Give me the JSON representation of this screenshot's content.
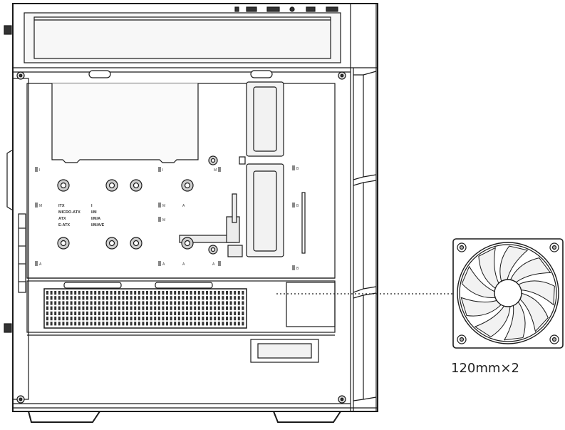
{
  "diagram": {
    "motherboard_sizes": [
      "ITX",
      "MICRO-ATX",
      "ATX",
      "E-ATX"
    ],
    "standoff_codes": [
      "I",
      "I/M",
      "I/M/A",
      "I/M/A/E"
    ],
    "standoff_letters": [
      "I",
      "M",
      "A",
      "B"
    ],
    "fan_caption": "120mm×2"
  },
  "colors": {
    "stroke": "#1a1a1a",
    "fill_light": "#f4f4f4",
    "fill_mid": "#d9d9d9",
    "dark": "#333333"
  }
}
